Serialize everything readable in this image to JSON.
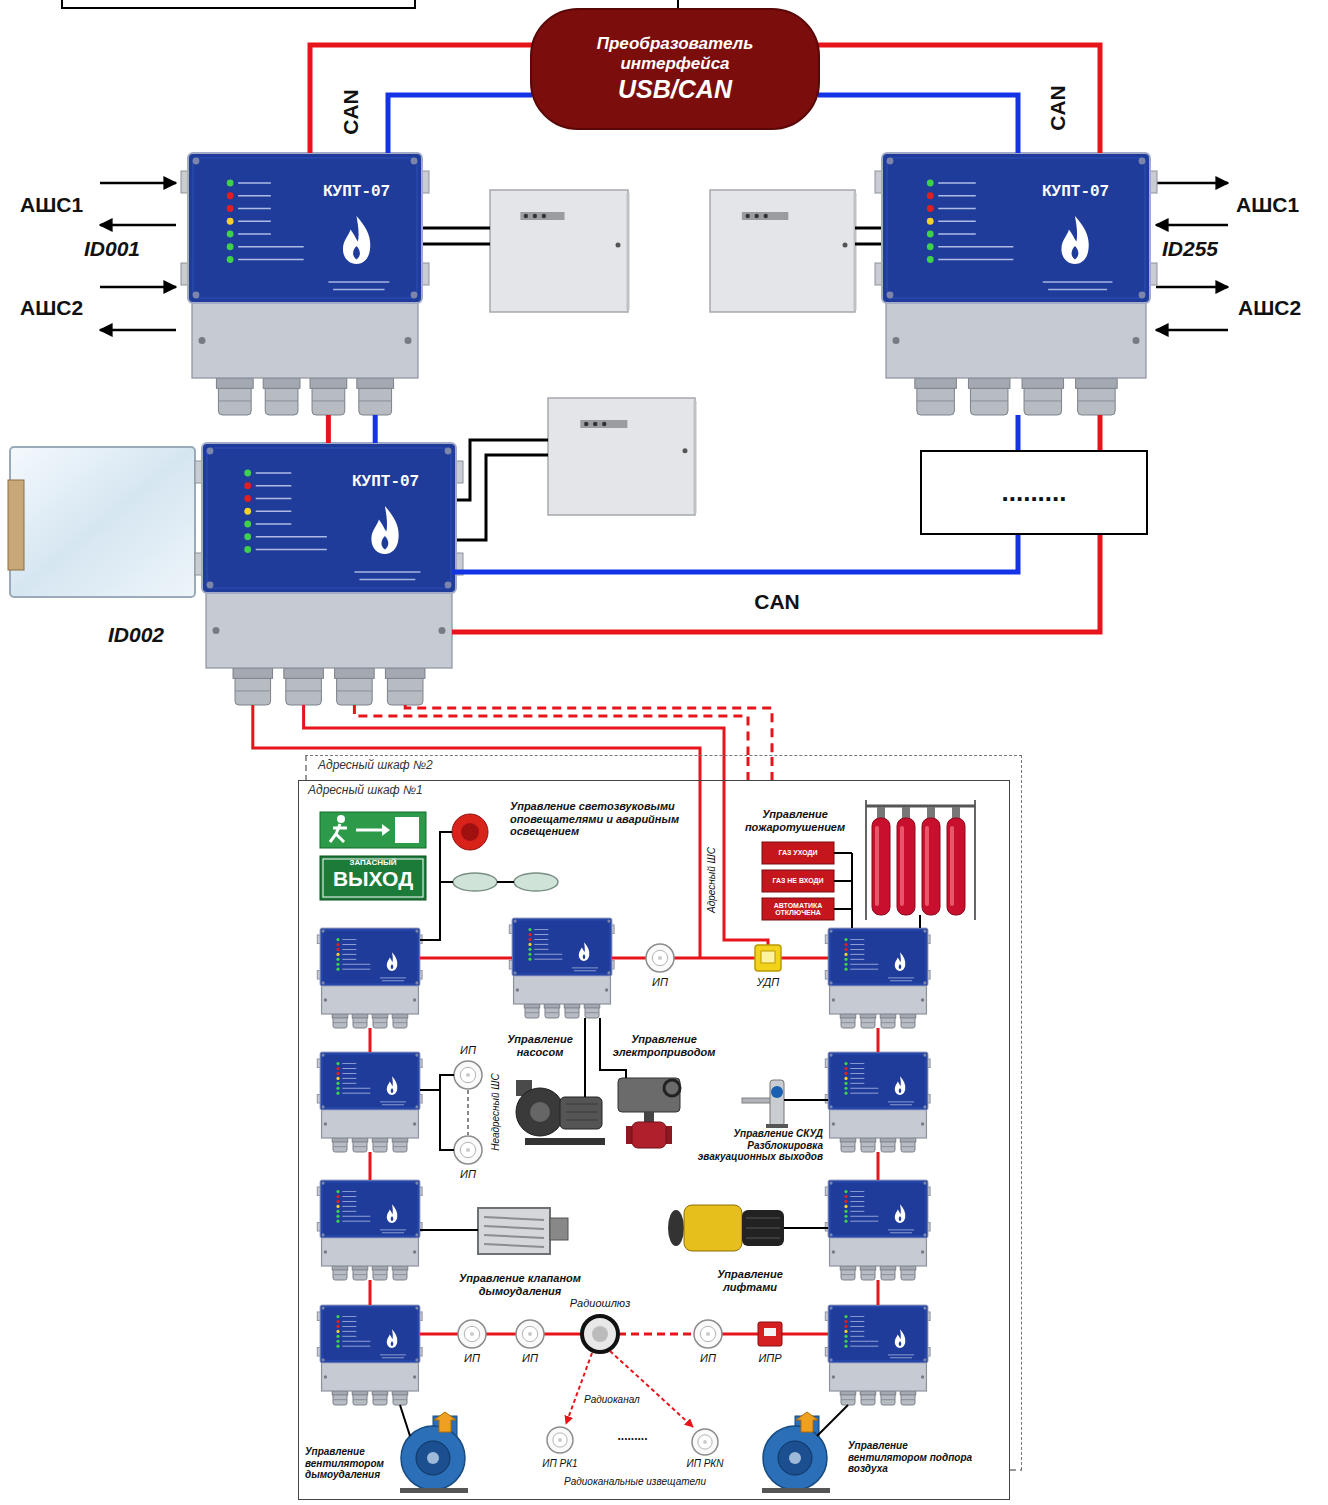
{
  "diagram": {
    "nodes": [
      {
        "text": [
          "Преобразователь интерфейса",
          "USB/CAN"
        ]
      },
      {
        "text": [
          "КУПТ-07",
          "ID001"
        ]
      },
      {
        "text": [
          "КУПТ-07",
          "ID255"
        ]
      },
      {
        "text": [
          "КУПТ-07",
          "ID002"
        ]
      },
      {
        "text": [
          "........."
        ]
      },
      {
        "text": [
          "Адресный шкаф №2"
        ]
      },
      {
        "text": [
          "Адресный шкаф №1"
        ]
      }
    ],
    "edges": [
      {
        "from": 0,
        "to": 1,
        "arrow": "none",
        "label": "CAN"
      },
      {
        "from": 0,
        "to": 2,
        "arrow": "none",
        "label": "CAN"
      },
      {
        "from": 1,
        "to": 3,
        "arrow": "none"
      },
      {
        "from": 3,
        "to": 4,
        "arrow": "none",
        "label": "CAN"
      },
      {
        "from": 4,
        "to": 2,
        "arrow": "none"
      },
      {
        "from": 3,
        "to": 6,
        "arrow": "none"
      },
      {
        "from": 3,
        "to": 6,
        "arrow": "none"
      },
      {
        "from": 3,
        "to": 5,
        "arrow": "none"
      },
      {
        "from": 3,
        "to": 5,
        "arrow": "none"
      }
    ],
    "labels": [
      "АШС1",
      "АШС2",
      "АШС1",
      "АШС2",
      "ЗАПАСНЫЙ",
      "ВЫХОД",
      "Управление светозвуковыми оповещателями и аварийным освещением",
      "Управление пожаротушением",
      "ГАЗ УХОДИ",
      "ГАЗ НЕ ВХОДИ",
      "АВТОМАТИКА ОТКЛЮЧЕНА",
      "Адресный ШС",
      "ИП",
      "УДП",
      "ИП",
      "Управление насосом",
      "Управление электроприводом",
      "Неадресный ШС",
      "ИП",
      "Управление СКУД Разблокировка эвакуационных выходов",
      "Управление клапаном дымоудаления",
      "Управление лифтами",
      "Радиошлюз",
      "ИП",
      "ИП",
      "Радиоканал",
      "ИП",
      "ИПР",
      "ИП РК1",
      ".........",
      "ИП РКN",
      "Радиоканальные извещатели",
      "Управление вентилятором дымоудаления",
      "Управление вентилятором подпора воздуха"
    ]
  }
}
